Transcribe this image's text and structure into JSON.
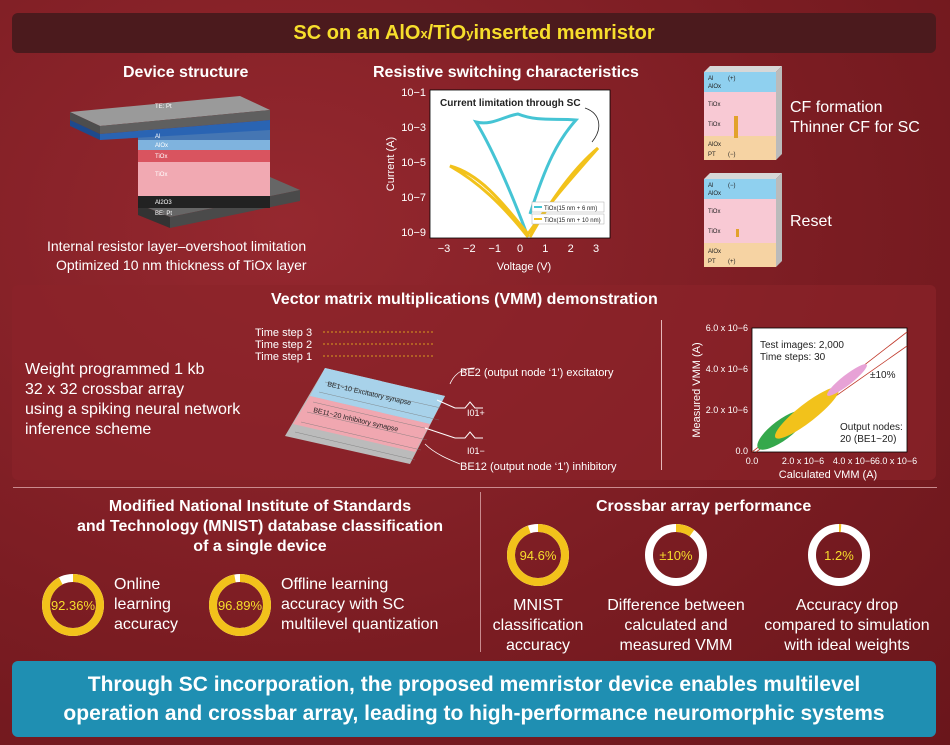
{
  "title": {
    "prefix": "SC on an AlO",
    "sub1": "x",
    "mid": "/TiO",
    "sub2": "y",
    "suffix": " inserted memristor"
  },
  "device": {
    "heading": "Device structure",
    "layers": {
      "te": "TE: Pt",
      "al": "Al",
      "alox": "AlOx",
      "tiox1": "TiOx",
      "tiox2": "TiOx",
      "al2o3": "Al2O3",
      "be": "BE: Pt"
    },
    "caption1": "Internal resistor layer–overshoot limitation",
    "caption2": "Optimized 10 nm thickness of TiOx layer"
  },
  "rs": {
    "heading": "Resistive switching characteristics",
    "annotation": "Current limitation through SC",
    "xlabel": "Voltage (V)",
    "ylabel": "Current (A)",
    "xticks": [
      "−3",
      "−2",
      "−1",
      "0",
      "1",
      "2",
      "3"
    ],
    "yticks": [
      "10−1",
      "10−3",
      "10−5",
      "10−7",
      "10−9"
    ],
    "legend": [
      "TiOx(15 nm + 6 nm)",
      "TiOx(15 nm + 10 nm)"
    ]
  },
  "cf": {
    "formation_label": "CF formation",
    "thinner_label": "Thinner CF for SC",
    "reset_label": "Reset",
    "layers": [
      "Al",
      "AlOx",
      "TiOx",
      "TiOx",
      "AlOx",
      "PT"
    ],
    "signs_top": [
      "(+)",
      "(−)"
    ],
    "signs_bottom": [
      "(−)",
      "(+)"
    ]
  },
  "vmm": {
    "heading": "Vector matrix multiplications (VMM) demonstration",
    "desc": [
      "Weight programmed 1 kb",
      "32 x 32 crossbar array",
      "using a spiking neural network",
      "inference scheme"
    ],
    "time_steps": [
      "Time step 3",
      "Time step 2",
      "Time step 1"
    ],
    "be2": "BE2 (output node ‘1’) excitatory",
    "be12": "BE12 (output node ‘1’) inhibitory",
    "synapse_exc": "BE1~10 Excitatory synapse",
    "synapse_inh": "BE11~20 Inhibitory synapse",
    "i_plus": "I01+",
    "i_minus": "I01−",
    "scatter_xlabel": "Calculated VMM (A)",
    "scatter_ylabel": "Measured VMM (A)",
    "scatter_xticks": [
      "0.0",
      "2.0 x 10−6",
      "4.0 x 10−6",
      "6.0 x 10−6"
    ],
    "scatter_yticks": [
      "0.0",
      "2.0 x 10−6",
      "4.0 x 10−6",
      "6.0 x 10−6"
    ],
    "test_images": "Test images: 2,000",
    "time_steps_count": "Time steps: 30",
    "band": "±10%",
    "output_nodes": "Output nodes:",
    "output_nodes_val": "20 (BE1~20)"
  },
  "mnist": {
    "heading": [
      "Modified National Institute of Standards",
      "and Technology (MNIST) database classification",
      "of a single device"
    ],
    "rings": [
      {
        "value": "92.36%",
        "fraction": 0.9236,
        "label": [
          "Online",
          "learning",
          "accuracy"
        ]
      },
      {
        "value": "96.89%",
        "fraction": 0.9689,
        "label": [
          "Offline learning",
          "accuracy with SC",
          "multilevel quantization"
        ]
      }
    ]
  },
  "crossbar": {
    "heading": "Crossbar array performance",
    "rings": [
      {
        "value": "94.6%",
        "fraction": 0.946,
        "label": [
          "MNIST",
          "classification",
          "accuracy"
        ]
      },
      {
        "value": "±10%",
        "fraction": 0.1,
        "label": [
          "Difference between",
          "calculated and",
          "measured VMM"
        ]
      },
      {
        "value": "1.2%",
        "fraction": 0.012,
        "label": [
          "Accuracy drop",
          "compared to simulation",
          "with ideal weights"
        ]
      }
    ]
  },
  "footer": [
    "Through SC incorporation, the proposed memristor device enables multilevel",
    "operation and crossbar array, leading to high-performance neuromorphic systems"
  ],
  "colors": {
    "accent": "#f7de2c",
    "cyan": "#45c4d4",
    "yellow": "#f2c21b",
    "footer": "#1f8fb2",
    "bg": "#7e1f25"
  }
}
